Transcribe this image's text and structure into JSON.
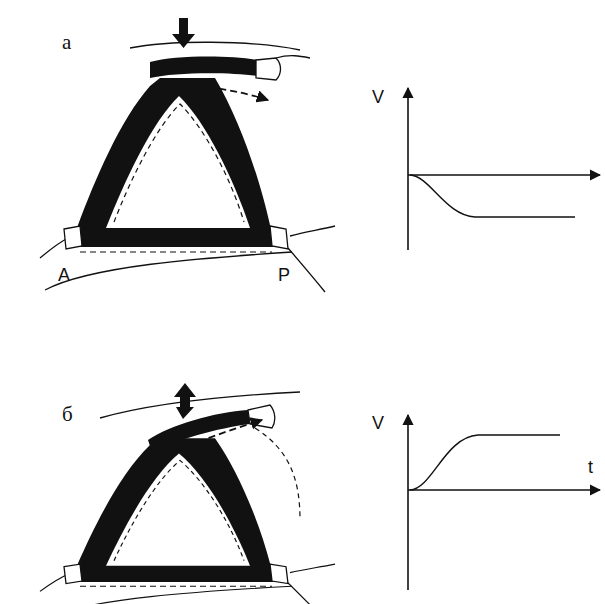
{
  "diagram": {
    "labels": [
      "а",
      "V",
      "A",
      "P",
      "б",
      "V",
      "t"
    ]
  }
}
